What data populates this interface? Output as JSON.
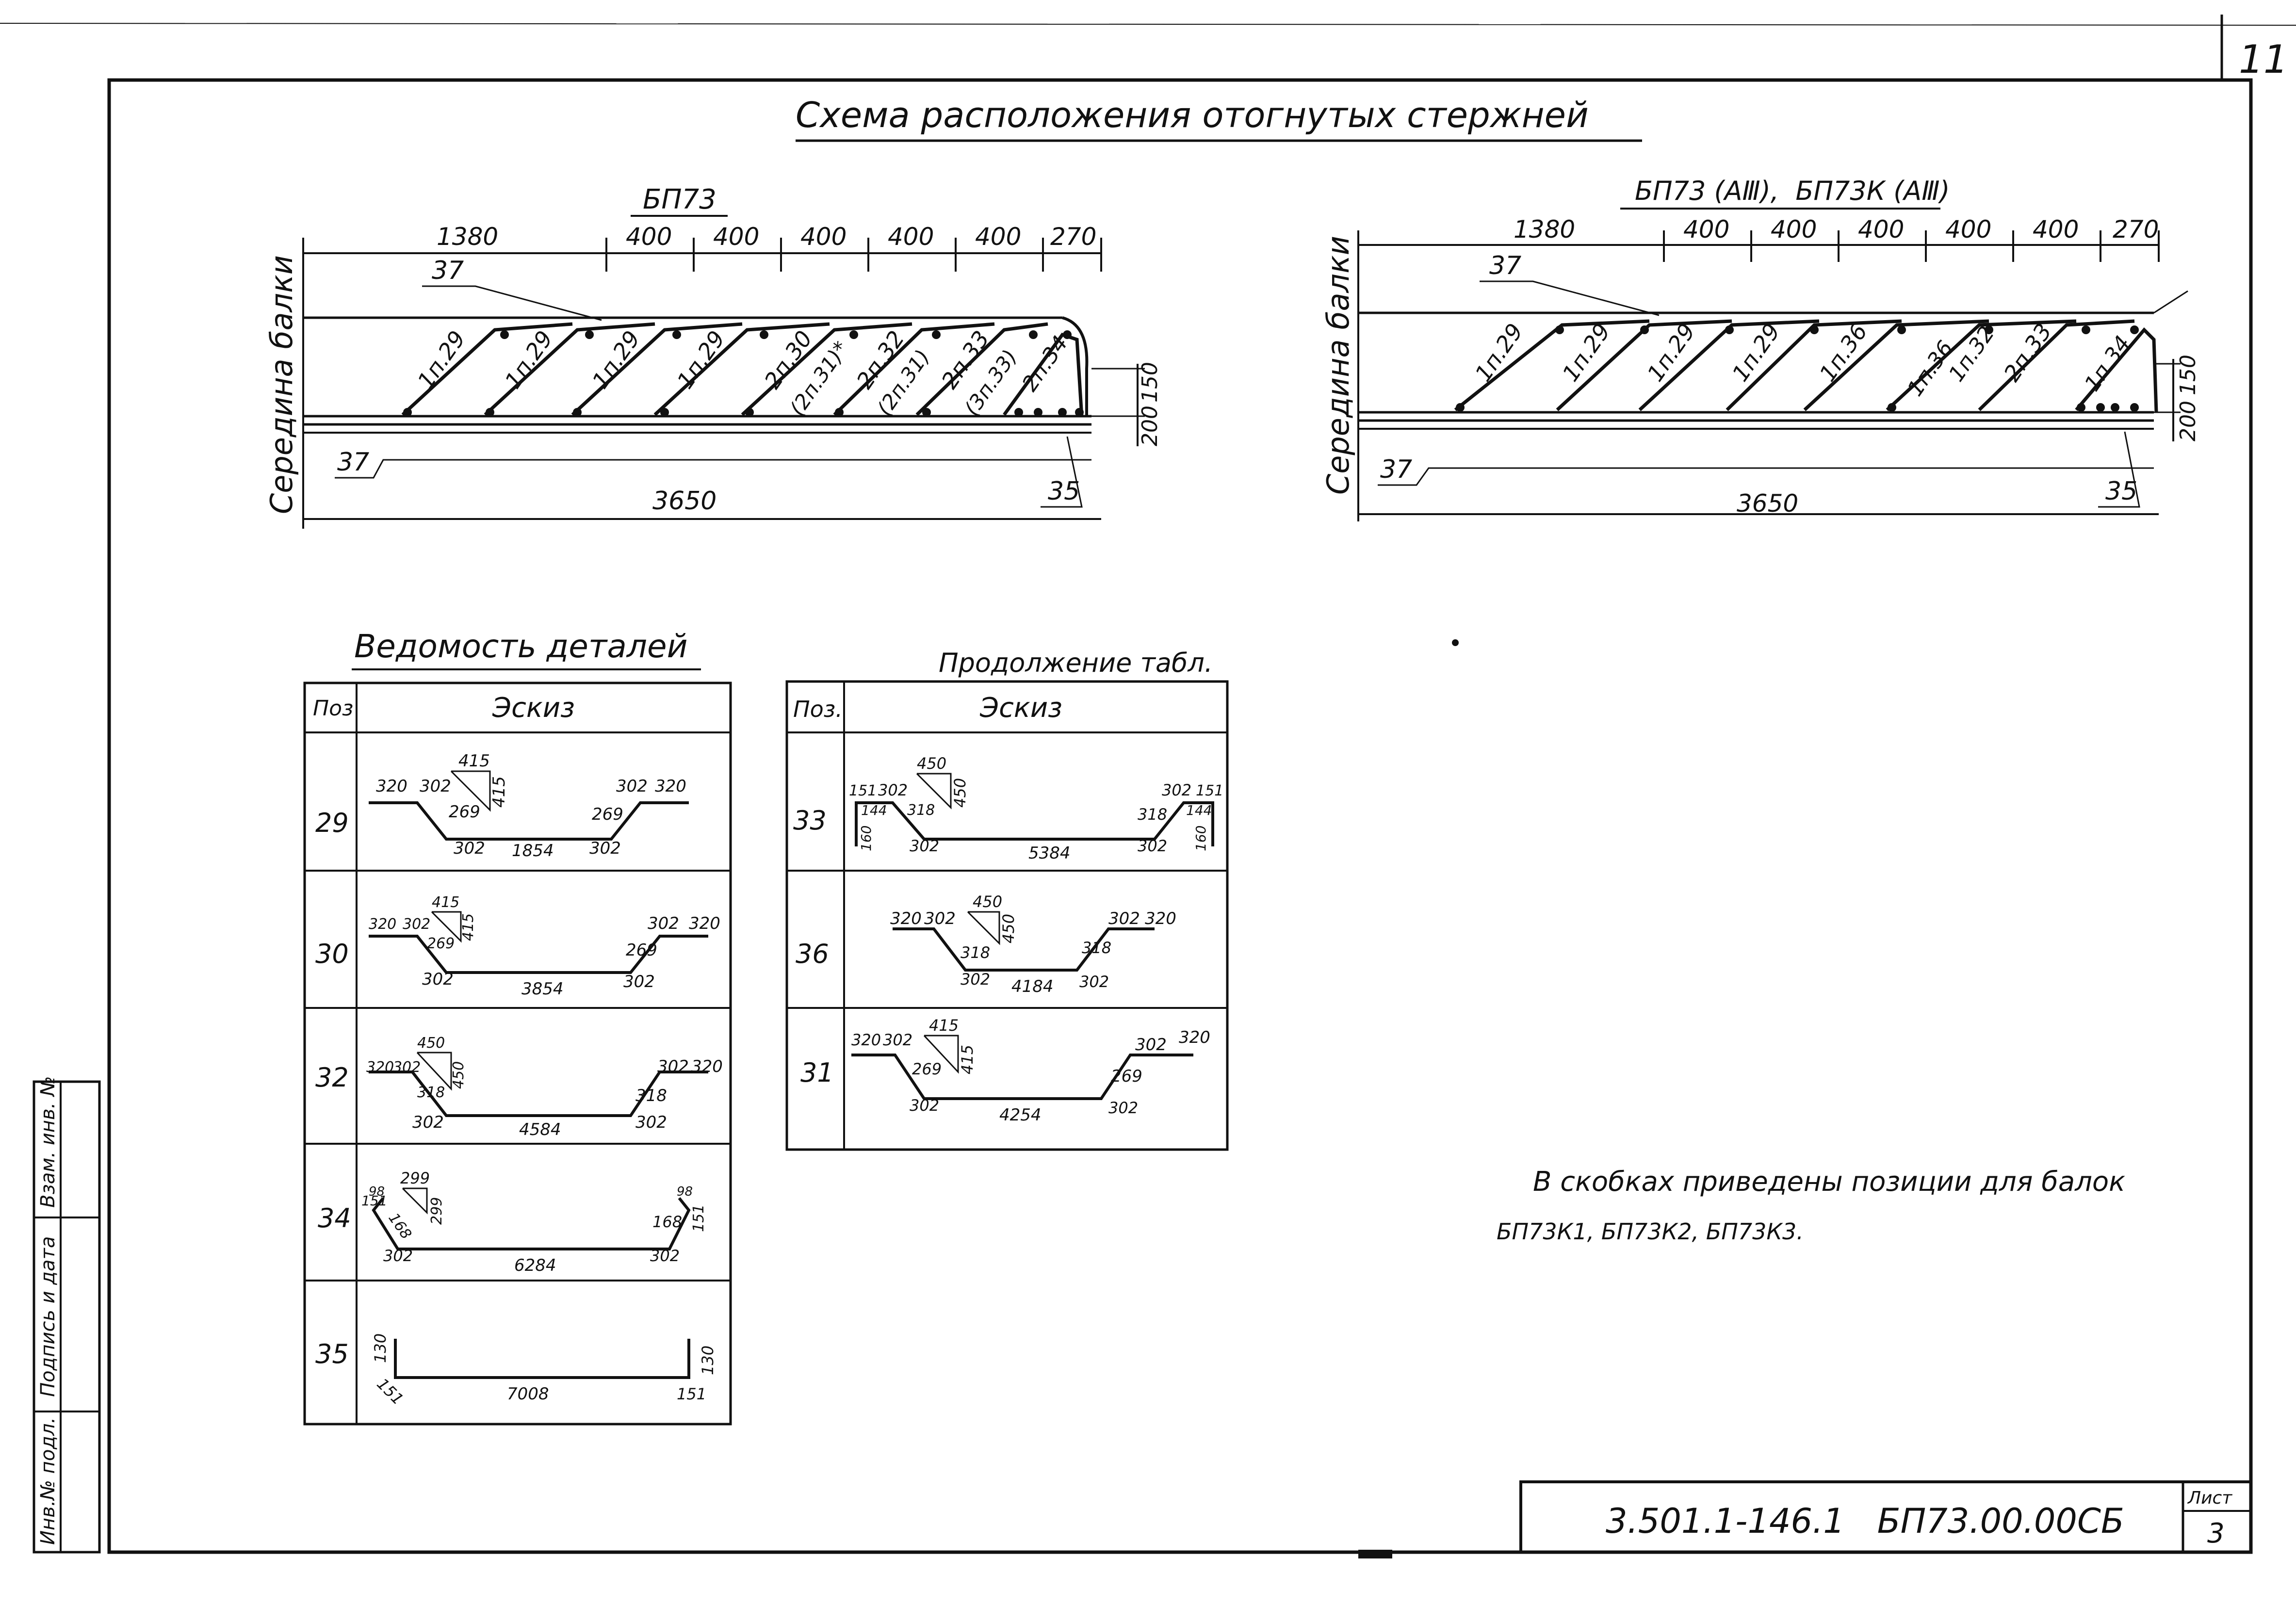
{
  "sheet_number_corner": "11",
  "title": "Схема расположения отогнутых стержней",
  "left_diagram": {
    "heading": "БП73",
    "dims_top": [
      "1380",
      "400",
      "400",
      "400",
      "400",
      "400",
      "270"
    ],
    "side_label": "Середина балки",
    "pos_37": "37",
    "pos_37_bottom": "37",
    "total_length": "3650",
    "pos_35": "35",
    "dim_150": "150",
    "dim_200": "200",
    "bar_labels": [
      "1п.29",
      "1п.29",
      "1п.29",
      "1п.29",
      "2п.30",
      "(2п.31)*",
      "2п.32",
      "(2п.31)",
      "2п.33",
      "(3п.33)",
      "2п.34"
    ]
  },
  "right_diagram": {
    "heading": "БП73 (АⅢ),  БП73К (АⅢ)",
    "dims_top": [
      "1380",
      "400",
      "400",
      "400",
      "400",
      "400",
      "270"
    ],
    "side_label": "Середина балки",
    "pos_37": "37",
    "pos_37_bottom": "37",
    "total_length": "3650",
    "pos_35": "35",
    "dim_150": "150",
    "dim_200": "200",
    "bar_labels": [
      "1п.29",
      "1п.29",
      "1п.29",
      "1п.29",
      "1п.36",
      "1п.36",
      "1п.32",
      "2п.33",
      "1п.34"
    ]
  },
  "table1": {
    "title": "Ведомость деталей",
    "col_pos": "Поз",
    "col_sketch": "Эскиз",
    "rows": [
      {
        "pos": "29",
        "dims": [
          "320",
          "302",
          "415",
          "415",
          "269",
          "269",
          "302",
          "320",
          "302",
          "1854",
          "302"
        ]
      },
      {
        "pos": "30",
        "dims": [
          "320",
          "302",
          "415",
          "415",
          "269",
          "269",
          "302",
          "320",
          "302",
          "3854",
          "302"
        ]
      },
      {
        "pos": "32",
        "dims": [
          "320",
          "302",
          "450",
          "450",
          "318",
          "318",
          "302",
          "320",
          "302",
          "4584",
          "302"
        ]
      },
      {
        "pos": "34",
        "dims": [
          "151",
          "299",
          "299",
          "168",
          "168",
          "151",
          "302",
          "6284",
          "302",
          "98",
          "98"
        ]
      },
      {
        "pos": "35",
        "dims": [
          "130",
          "151",
          "7008",
          "151",
          "130"
        ]
      }
    ]
  },
  "table2": {
    "title": "Продолжение табл.",
    "col_pos": "Поз.",
    "col_sketch": "Эскиз",
    "rows": [
      {
        "pos": "33",
        "dims": [
          "151",
          "302",
          "450",
          "450",
          "318",
          "318",
          "302",
          "151",
          "144",
          "144",
          "160",
          "160",
          "302",
          "5384",
          "302"
        ]
      },
      {
        "pos": "36",
        "dims": [
          "320",
          "302",
          "450",
          "450",
          "318",
          "318",
          "302",
          "320",
          "302",
          "4184",
          "302"
        ]
      },
      {
        "pos": "31",
        "dims": [
          "320",
          "302",
          "415",
          "415",
          "269",
          "269",
          "302",
          "320",
          "302",
          "4254",
          "302"
        ]
      }
    ]
  },
  "note_line1": "В скобках приведены позиции для балок",
  "note_line2": "БП73К1, БП73К2, БП73К3.",
  "stamp": {
    "code": "3.501.1-146.1   БП73.00.00СБ",
    "sheet_label": "Лист",
    "sheet_number": "3"
  },
  "side_stamp": [
    "Инв.№ подл.",
    "Подпись и дата",
    "Взам. инв. №"
  ]
}
